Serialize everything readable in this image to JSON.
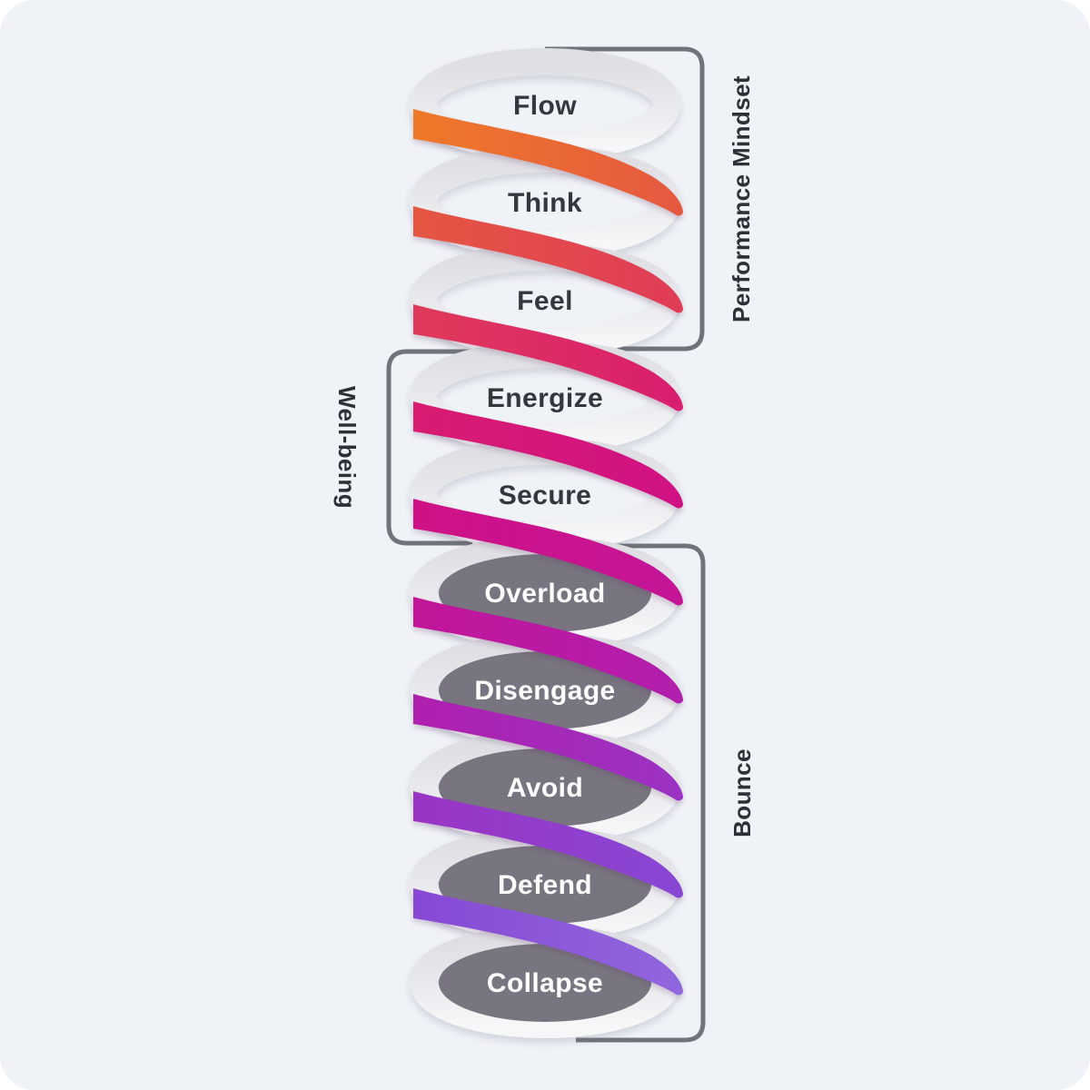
{
  "background": {
    "panel_color": "#eff2f7",
    "outer_color": "#ffffff"
  },
  "spiral": {
    "rim_top_color": "#dedee3",
    "rim_mid_color": "#eaeaee",
    "rim_bottom_color": "#f7f7f9",
    "disc_color": "#787580",
    "label_color_top": "#33383f",
    "label_color_disc": "#ffffff",
    "band_stop_colors": [
      "#ef7a28",
      "#e55741",
      "#e03b59",
      "#d91c70",
      "#d01185",
      "#c31598",
      "#b01fae",
      "#9b33c4",
      "#8748d4",
      "#9168de"
    ],
    "levels": [
      {
        "label": "Flow",
        "disc": false
      },
      {
        "label": "Think",
        "disc": false
      },
      {
        "label": "Feel",
        "disc": false
      },
      {
        "label": "Energize",
        "disc": false
      },
      {
        "label": "Secure",
        "disc": false
      },
      {
        "label": "Overload",
        "disc": true
      },
      {
        "label": "Disengage",
        "disc": true
      },
      {
        "label": "Avoid",
        "disc": true
      },
      {
        "label": "Defend",
        "disc": true
      },
      {
        "label": "Collapse",
        "disc": true
      }
    ]
  },
  "brackets": {
    "stroke_color": "#6f737b",
    "label_color": "#2c3138",
    "items": [
      {
        "label": "Performance Mindset",
        "side": "right",
        "level_from": 0,
        "level_to": 2
      },
      {
        "label": "Well-being",
        "side": "left",
        "level_from": 3,
        "level_to": 4
      },
      {
        "label": "Bounce",
        "side": "right",
        "level_from": 5,
        "level_to": 9
      }
    ]
  }
}
